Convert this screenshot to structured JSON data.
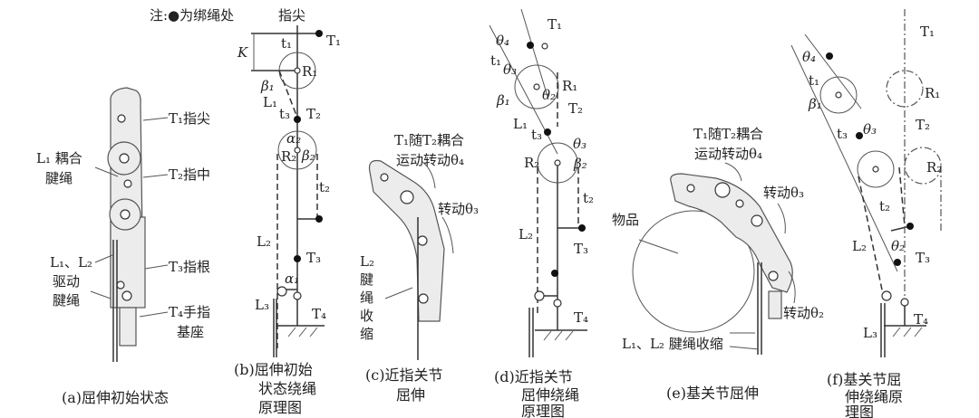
{
  "note": "注:●为绑绳处",
  "panel_a": {
    "labels": [
      "T₁指尖",
      "L₁ 耦合",
      "腱绳",
      "T₂指中",
      "L₁、L₂",
      "驱动",
      "腱绳",
      "T₃指根",
      "T₄手指",
      "基座"
    ],
    "caption": "(a)屈伸初始状态"
  },
  "panel_b": {
    "title": "指尖",
    "labels": [
      "T₁",
      "K",
      "t₁",
      "R₁",
      "β₁",
      "L₁",
      "t₃",
      "T₂",
      "α₂",
      "R₂",
      "β₂",
      "t₂",
      "L₂",
      "T₃",
      "α₁",
      "L₃",
      "T₄"
    ],
    "caption": [
      "(b)屈伸初始",
      "状态绕绳",
      "原理图"
    ]
  },
  "panel_c": {
    "labels": [
      "T₁随T₂耦合",
      "运动转动θ₄",
      "转动θ₃",
      "L₂",
      "腱",
      "绳",
      "收",
      "缩"
    ],
    "caption": [
      "(c)近指关节",
      "屈伸"
    ]
  },
  "panel_d": {
    "labels": [
      "T₁",
      "θ₄",
      "t₁",
      "θ₃",
      "R₁",
      "β₁",
      "θ₂",
      "T₂",
      "L₁",
      "t₃",
      "θ₃",
      "R₂",
      "β₂",
      "t₂",
      "L₂",
      "T₃",
      "T₄"
    ],
    "caption": [
      "(d)近指关节",
      "屈伸绕绳",
      "原理图"
    ]
  },
  "panel_e": {
    "labels": [
      "T₁随T₂耦合",
      "运动转动θ₄",
      "转动θ₃",
      "物品",
      "转动θ₂",
      "L₁、L₂ 腱绳收缩"
    ],
    "caption": "(e)基关节屈伸"
  },
  "panel_f": {
    "labels": [
      "θ₄",
      "t₁",
      "β₁",
      "t₃",
      "θ₃",
      "T₁",
      "R₁",
      "T₂",
      "R₂",
      "t₂",
      "L₂",
      "θ₂",
      "T₃",
      "L₃",
      "T₄"
    ],
    "caption": [
      "(f)基关节屈",
      "伸绕绳原",
      "理图"
    ]
  }
}
